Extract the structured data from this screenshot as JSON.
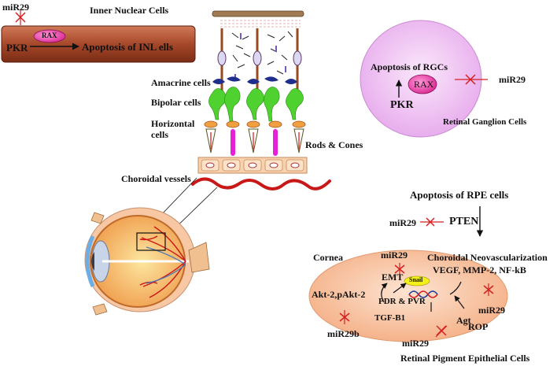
{
  "inl_panel": {
    "mir": "miR29",
    "title": "Inner Nuclear Cells",
    "pkr": "PKR",
    "rax": "RAX",
    "outcome": "Apoptosis of INL ells"
  },
  "retina": {
    "amacrine": "Amacrine cells",
    "bipolar": "Bipolar cells",
    "horizontal_1": "Horizontal",
    "horizontal_2": "cells",
    "rods_cones": "Rods & Cones",
    "choroidal": "Choroidal vessels"
  },
  "rgc_panel": {
    "apoptosis": "Apoptosis of RGCs",
    "rax": "RAX",
    "pkr": "PKR",
    "mir": "miR29",
    "caption": "Retinal Ganglion Cells"
  },
  "rpe_panel": {
    "title": "Apoptosis of RPE cells",
    "mir_pten": "miR29",
    "pten": "PTEN",
    "cornea": "Cornea",
    "mir_emt": "miR29",
    "cnv": "Choroidal Neovascularization",
    "factors": "VEGF, MMP-2, NF-kB",
    "emt": "EMT",
    "snail": "Snail",
    "akt": "Akt-2,pAkt-2",
    "pdr_pvr": "PDR & PVR",
    "mir_right": "miR29",
    "tgf": "TGF-B1",
    "agt": "Agt",
    "rop": "ROP",
    "mir_b": "miR29b",
    "mir_bottom": "miR29",
    "caption": "Retinal Pigment Epithelial Cells"
  },
  "colors": {
    "inl_fill": "#a6482a",
    "rgc_fill": "#eebcf0",
    "rpe_fill": "#f6bd98",
    "inhibit": "#d42020",
    "vessel": "#c81818",
    "bipolar": "#4fd12f",
    "amacrine": "#1f2e8c",
    "rod": "#e81fd8"
  }
}
